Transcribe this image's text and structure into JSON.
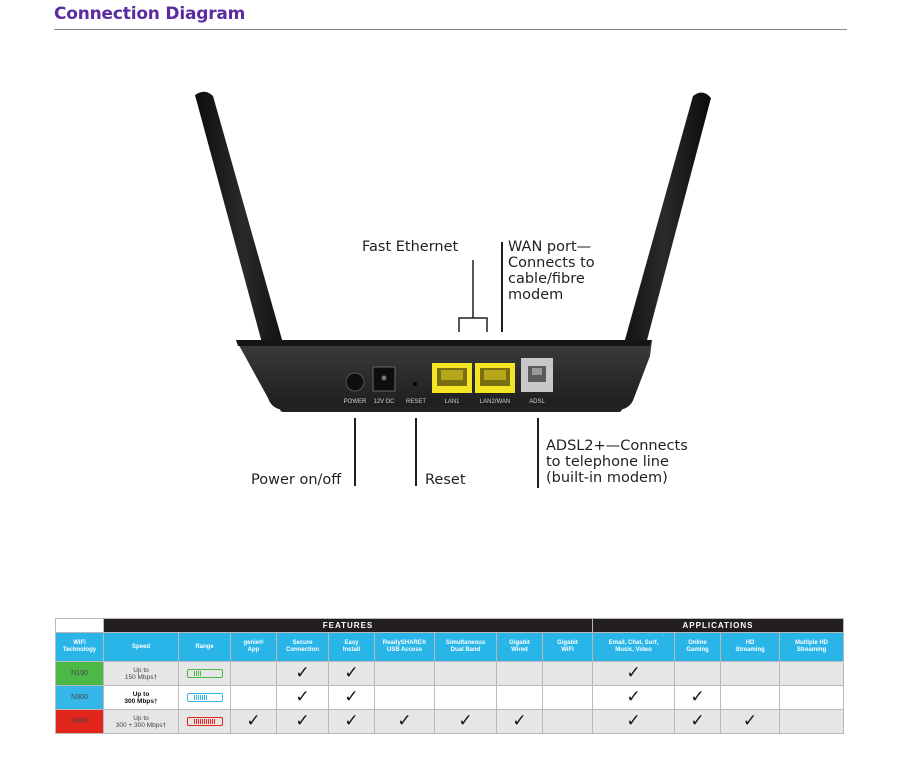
{
  "header": {
    "title": "Connection Diagram"
  },
  "colors": {
    "title": "#5a2ca0",
    "lan_port": "#f3e424",
    "header_blue": "#29b5e8",
    "n150": "#4cb848",
    "n300": "#35b7e9",
    "n600": "#e2261c"
  },
  "ports": {
    "power": "POWER",
    "dc": "12V DC",
    "reset": "RESET",
    "lan1": "LAN1",
    "lan2": "LAN2/WAN",
    "adsl": "ADSL"
  },
  "callouts": {
    "fast_ethernet": "Fast Ethernet",
    "wan_port": [
      "WAN port—",
      "Connects to",
      "cable/fibre",
      "modem"
    ],
    "power": "Power on/off",
    "reset": "Reset",
    "adsl": [
      "ADSL2+—Connects",
      "to telephone line",
      "(built-in modem)"
    ]
  },
  "table": {
    "groups": {
      "features": "FEATURES",
      "applications": "APPLICATIONS"
    },
    "headers": [
      [
        "WiFi",
        "Technology"
      ],
      [
        "Speed"
      ],
      [
        "Range"
      ],
      [
        "genie®",
        "App"
      ],
      [
        "Secure",
        "Connection"
      ],
      [
        "Easy",
        "Install"
      ],
      [
        "ReadySHARE®",
        "USB Access"
      ],
      [
        "Simultaneous",
        "Dual Band"
      ],
      [
        "Gigabit",
        "Wired"
      ],
      [
        "Gigabit",
        "WiFi"
      ],
      [
        "Email, Chat, Surf,",
        "Music, Video"
      ],
      [
        "Online",
        "Gaming"
      ],
      [
        "HD",
        "Streaming"
      ],
      [
        "Multiple HD",
        "Streaming"
      ]
    ],
    "check_mark": "✓",
    "rows": [
      {
        "tech": "N150",
        "speed": [
          "Up to",
          "150 Mbps†"
        ],
        "range_level": 0.33,
        "range_color": "#4cb848",
        "checks": [
          false,
          true,
          true,
          false,
          false,
          false,
          false,
          true,
          false,
          false,
          false
        ]
      },
      {
        "tech": "N300",
        "speed": [
          "Up to",
          "300 Mbps†"
        ],
        "range_level": 0.66,
        "range_color": "#35b7e9",
        "checks": [
          false,
          true,
          true,
          false,
          false,
          false,
          false,
          true,
          true,
          false,
          false
        ]
      },
      {
        "tech": "N600",
        "speed": [
          "Up to",
          "300 + 300 Mbps†"
        ],
        "range_level": 1.0,
        "range_color": "#e2261c",
        "checks": [
          true,
          true,
          true,
          true,
          true,
          true,
          false,
          true,
          true,
          true,
          false
        ]
      }
    ]
  }
}
